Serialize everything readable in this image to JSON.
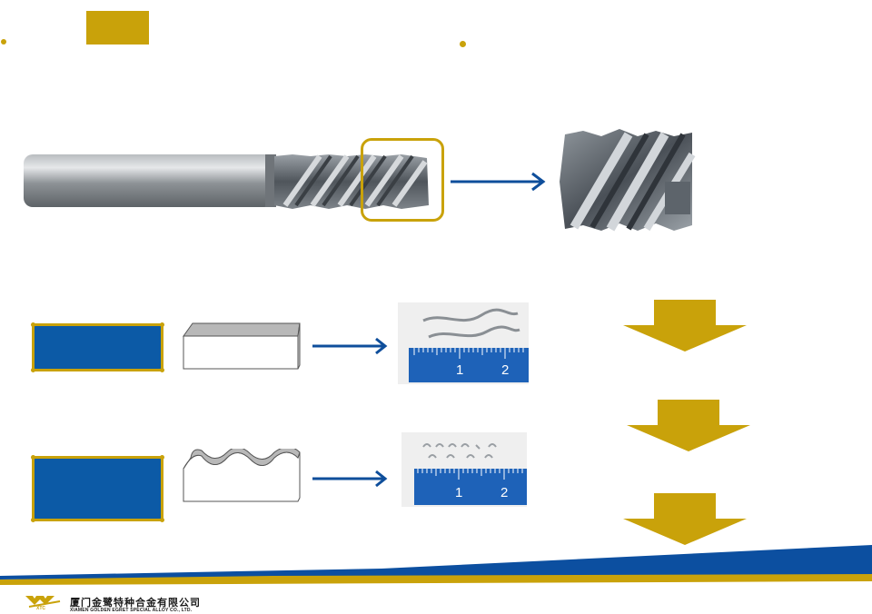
{
  "colors": {
    "gold": "#c9a20a",
    "blue": "#0c5aa6",
    "arrow_blue": "#0e4e9b"
  },
  "images": {
    "end_mill": "end-mill-tool-photo",
    "end_mill_detail": "end-mill-detail-photo",
    "chip_long": "long-chips-on-ruler-photo",
    "chip_short": "short-chips-on-ruler-photo"
  },
  "rulers": {
    "top": [
      "1",
      "2"
    ],
    "bottom": [
      "1",
      "2"
    ]
  },
  "footer": {
    "company_cn": "厦门金鹭特种合金有限公司",
    "company_en": "XIAMEN GOLDEN EGRET SPECIAL ALLOY CO., LTD.",
    "logo_text": "XTC"
  }
}
